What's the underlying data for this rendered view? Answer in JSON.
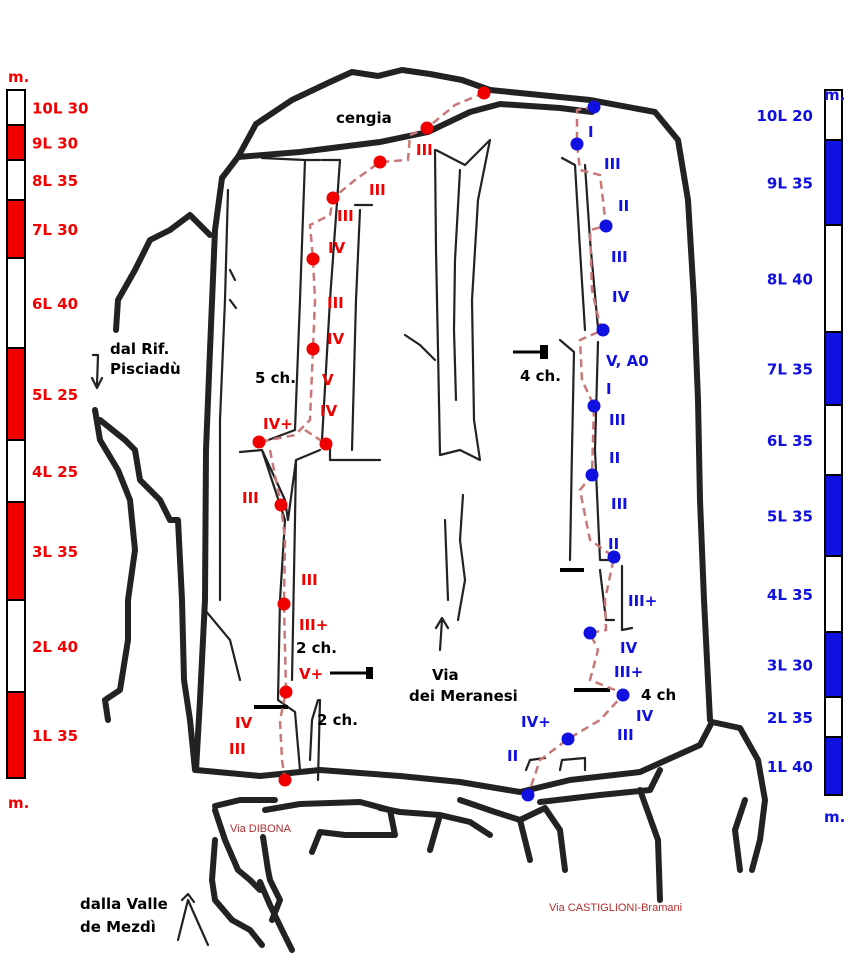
{
  "colors": {
    "left_route": "#f00000",
    "right_route": "#1010e0",
    "rock": "#222222",
    "via_label": "#b03030"
  },
  "left_scale": {
    "unit_top": "m.",
    "unit_bottom": "m.",
    "pitches": [
      "10L 30",
      "9L 30",
      "8L 35",
      "7L 30",
      "6L 40",
      "5L 25",
      "4L 25",
      "3L 35",
      "2L 40",
      "1L 35"
    ]
  },
  "right_scale": {
    "unit_top": "m.",
    "unit_bottom": "m.",
    "pitches": [
      "10L 20",
      "9L 35",
      "8L 40",
      "7L 35",
      "6L 35",
      "5L 35",
      "4L 35",
      "3L 30",
      "2L 35",
      "1L 40"
    ]
  },
  "left_route_grades": [
    "III",
    "III",
    "III",
    "IV",
    "III",
    "IV",
    "V",
    "IV",
    "IV+",
    "III",
    "III",
    "III+",
    "V+",
    "IV",
    "III"
  ],
  "right_route_grades": [
    "I",
    "III",
    "II",
    "III",
    "IV",
    "V, A0",
    "I",
    "III",
    "II",
    "III",
    "II",
    "III+",
    "IV",
    "III+",
    "IV",
    "III",
    "IV+",
    "II"
  ],
  "labels": {
    "cengia": "cengia",
    "belay_5": "5 ch.",
    "belay_4a": "4 ch.",
    "belay_2a": "2 ch.",
    "belay_2b": "2 ch.",
    "belay_4b": "4 ch",
    "from_hut_1": "dal Rif.",
    "from_hut_2": "Pisciadù",
    "meranesi_1": "Via",
    "meranesi_2": "dei Meranesi",
    "valley_1": "dalla Valle",
    "valley_2": "de Mezdì",
    "dibona": "Via  DIBONA",
    "castiglioni": "Via CASTIGLIONI-Bramani"
  }
}
